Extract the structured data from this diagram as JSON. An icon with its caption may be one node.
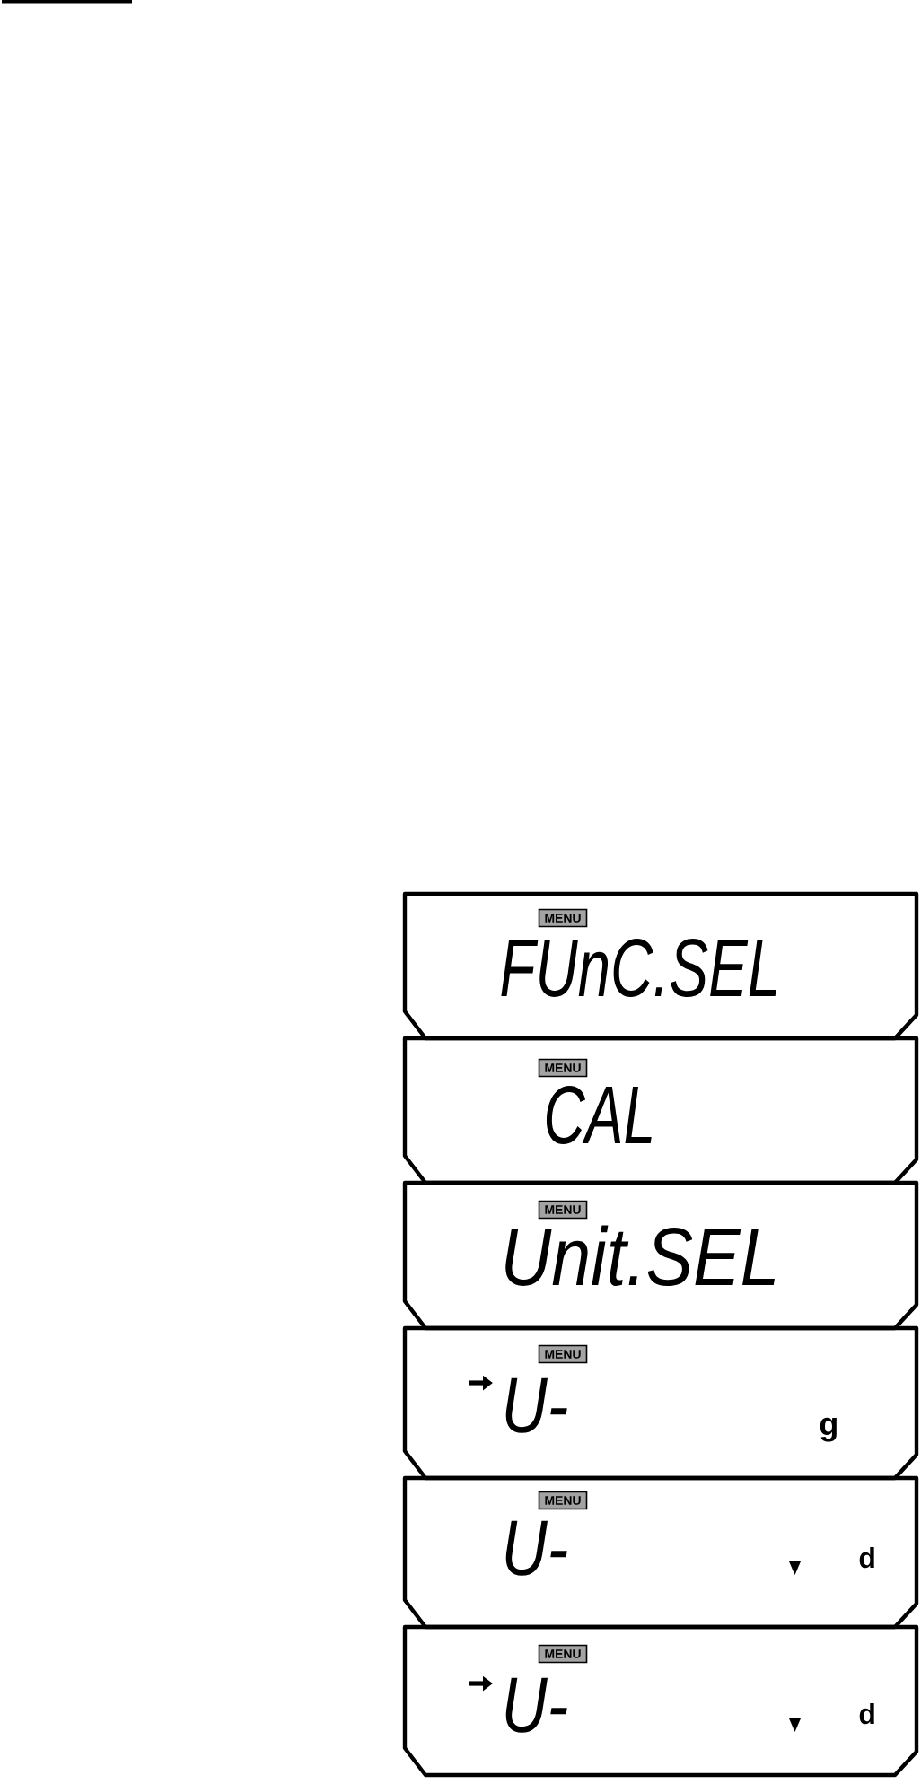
{
  "diagram": {
    "nodes": [
      {
        "text": [
          "FUnC.SEL"
        ]
      },
      {
        "text": [
          "MENU"
        ],
        "in": 0
      },
      {
        "text": [
          "CAL"
        ]
      },
      {
        "text": [
          "MENU"
        ],
        "in": 2
      },
      {
        "text": [
          "Unit.SEL"
        ]
      },
      {
        "text": [
          "MENU"
        ],
        "in": 4
      },
      {
        "text": [
          "U-",
          "g"
        ]
      },
      {
        "text": [
          "MENU"
        ],
        "in": 6
      },
      {
        "text": [
          "U-",
          "d"
        ]
      },
      {
        "text": [
          "MENU"
        ],
        "in": 8
      },
      {
        "text": [
          "U-",
          "d"
        ]
      },
      {
        "text": [
          "MENU"
        ],
        "in": 10
      }
    ]
  }
}
